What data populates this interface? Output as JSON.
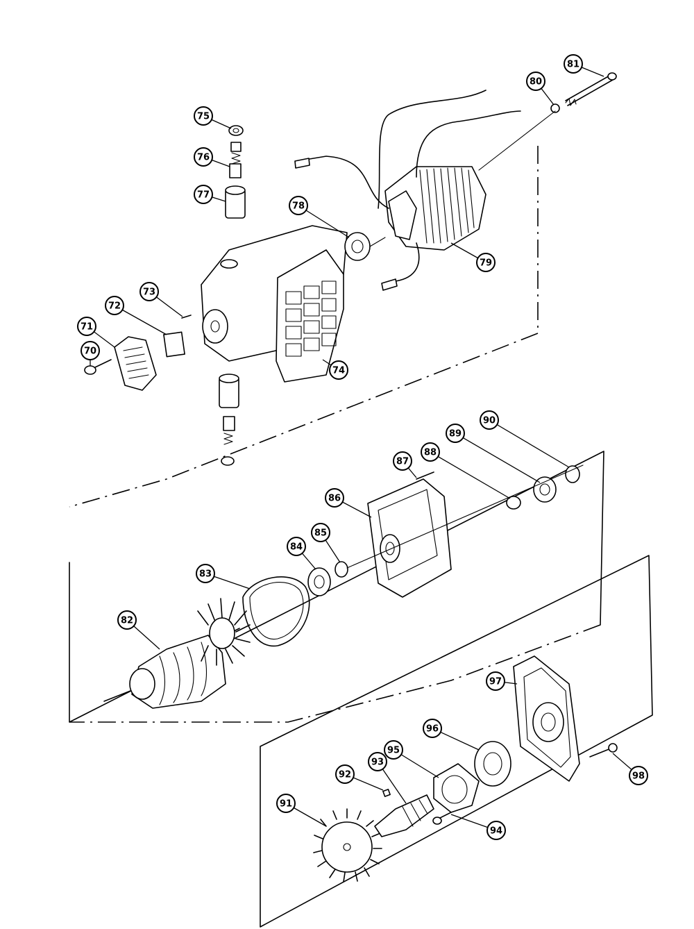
{
  "parts": [
    {
      "id": "70"
    },
    {
      "id": "71"
    },
    {
      "id": "72"
    },
    {
      "id": "73"
    },
    {
      "id": "74"
    },
    {
      "id": "75"
    },
    {
      "id": "76"
    },
    {
      "id": "77"
    },
    {
      "id": "78"
    },
    {
      "id": "79"
    },
    {
      "id": "80"
    },
    {
      "id": "81"
    },
    {
      "id": "82"
    },
    {
      "id": "83"
    },
    {
      "id": "84"
    },
    {
      "id": "85"
    },
    {
      "id": "86"
    },
    {
      "id": "87"
    },
    {
      "id": "88"
    },
    {
      "id": "89"
    },
    {
      "id": "90"
    },
    {
      "id": "91"
    },
    {
      "id": "92"
    },
    {
      "id": "93"
    },
    {
      "id": "94"
    },
    {
      "id": "95"
    },
    {
      "id": "96"
    },
    {
      "id": "97"
    },
    {
      "id": "98"
    }
  ]
}
